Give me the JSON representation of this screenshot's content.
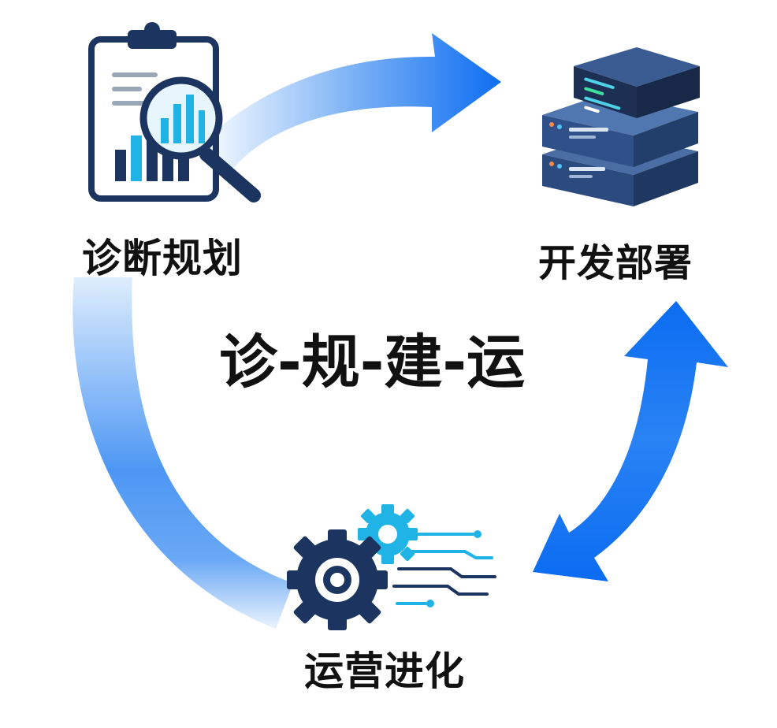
{
  "center_title": "诊-规-建-运",
  "stages": [
    {
      "id": "diagnose",
      "label": "诊断规划",
      "icon": "clipboard-magnifier-chart-icon"
    },
    {
      "id": "deploy",
      "label": "开发部署",
      "icon": "server-stack-icon"
    },
    {
      "id": "operate",
      "label": "运营进化",
      "icon": "gears-circuit-icon"
    }
  ],
  "colors": {
    "arrow_dark": "#0a6cf2",
    "arrow_light": "#e9f2fd",
    "navy": "#1c3560",
    "cyan": "#1fb3e6",
    "server_body": "#2f4f84",
    "text": "#111111"
  }
}
